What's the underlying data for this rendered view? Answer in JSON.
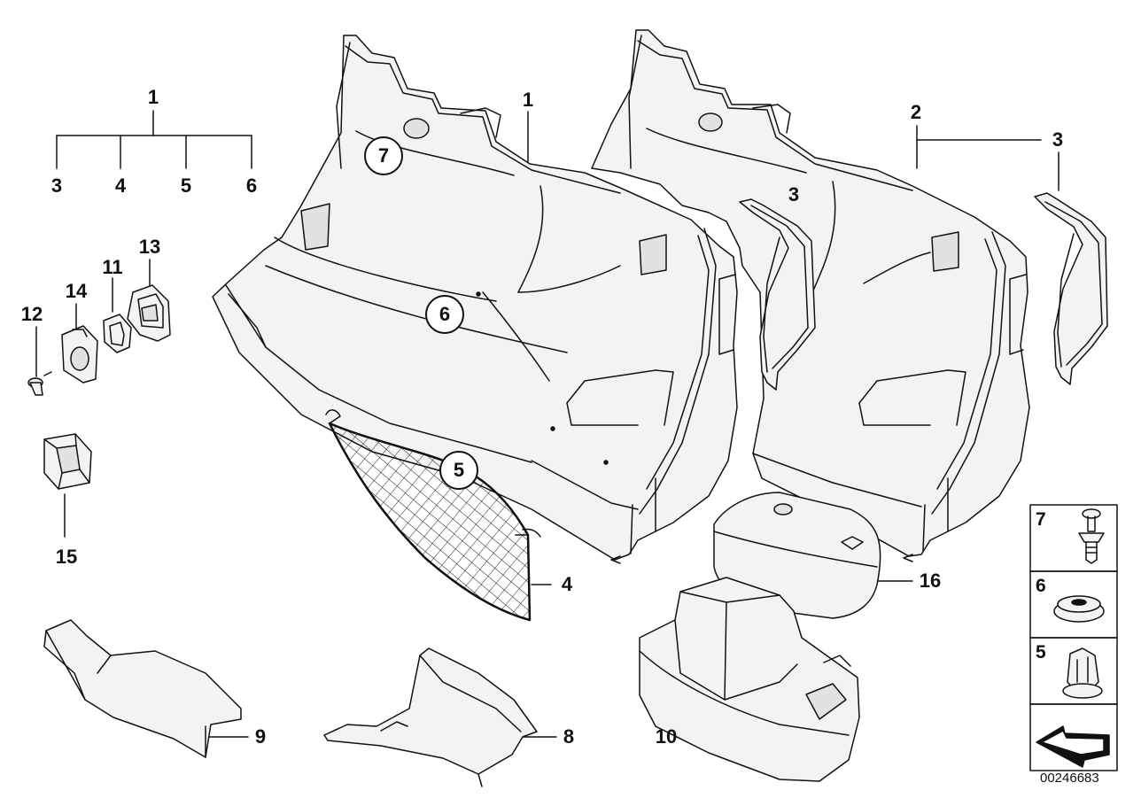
{
  "labels": {
    "l1_left": "1",
    "l3_left": "3",
    "l4_left": "4",
    "l5_left": "5",
    "l6_left": "6",
    "l13": "13",
    "l11": "11",
    "l14": "14",
    "l12": "12",
    "l15": "15",
    "l1_mid": "1",
    "l2": "2",
    "l3_right": "3",
    "l3_mid": "3",
    "l4_net": "4",
    "l16": "16",
    "l9": "9",
    "l8": "8",
    "l10": "10"
  },
  "callouts": {
    "c7": "7",
    "c6": "6",
    "c5": "5"
  },
  "legend": {
    "item7": "7",
    "item6": "6",
    "item5": "5"
  },
  "doc_id": "00246683",
  "colors": {
    "line": "#111111",
    "fill": "#f3f3f3",
    "shade": "#e2e2e2"
  }
}
